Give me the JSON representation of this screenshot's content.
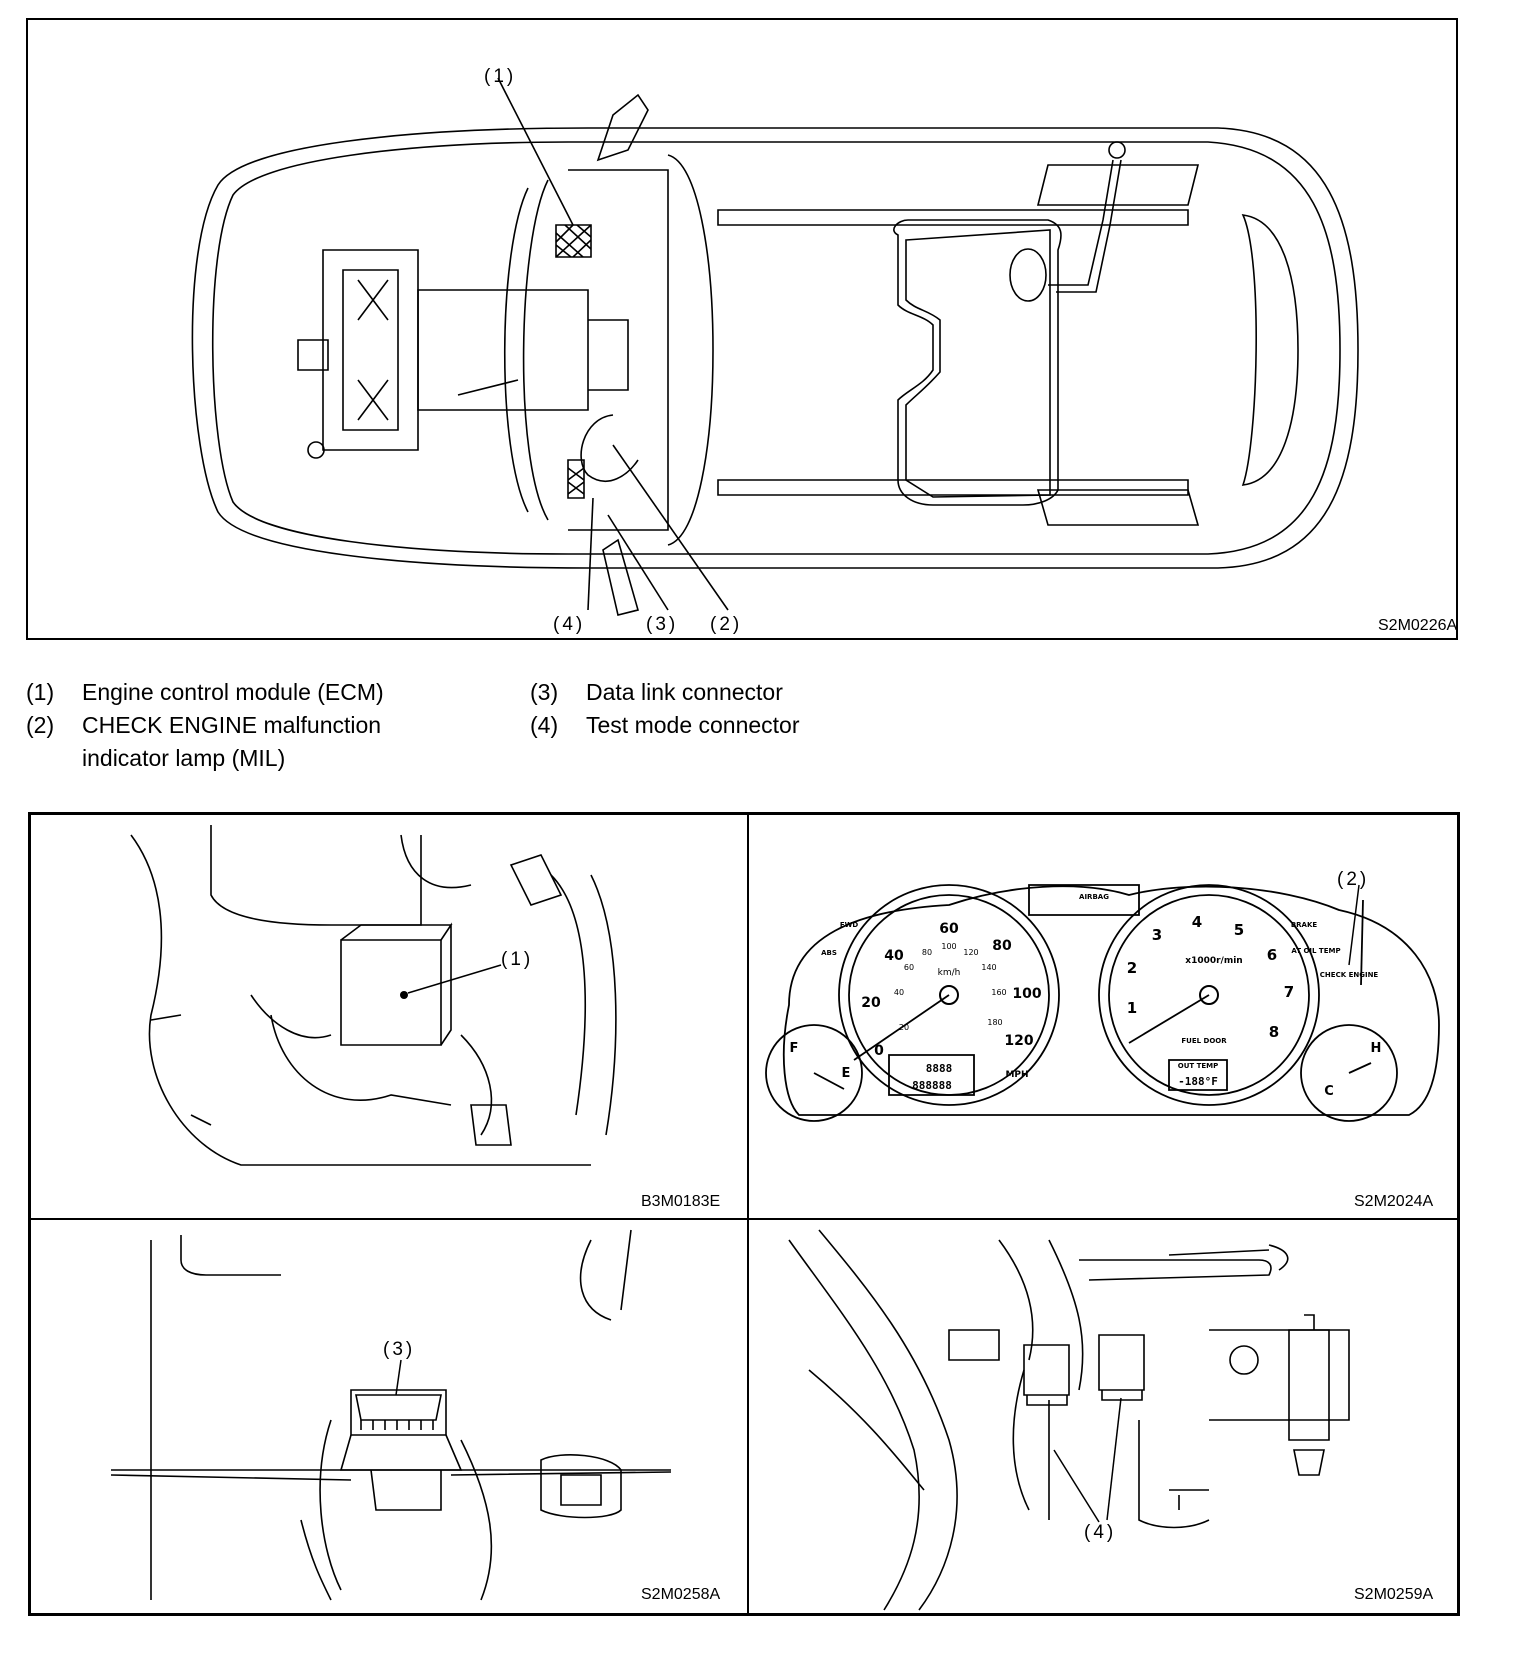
{
  "overview": {
    "code": "S2M0226A",
    "callouts": [
      "(1)",
      "(2)",
      "(3)",
      "(4)"
    ]
  },
  "legend": {
    "items": [
      {
        "num": "(1)",
        "text": "Engine control module (ECM)"
      },
      {
        "num": "(2)",
        "text": "CHECK ENGINE malfunction"
      },
      {
        "num": "",
        "text": "indicator lamp (MIL)"
      },
      {
        "num": "(3)",
        "text": "Data link connector"
      },
      {
        "num": "(4)",
        "text": "Test mode connector"
      }
    ]
  },
  "panels": {
    "ecm": {
      "code": "B3M0183E",
      "callout": "(1)"
    },
    "cluster": {
      "code": "S2M2024A",
      "callout": "(2)",
      "speedo_ticks": [
        "0",
        "20",
        "40",
        "60",
        "80",
        "100",
        "120"
      ],
      "speedo_kmh": [
        "20",
        "40",
        "60",
        "80",
        "100",
        "120",
        "140",
        "160",
        "180"
      ],
      "speedo_unit": "MPH",
      "kmh_label": "km/h",
      "tacho_ticks": [
        "1",
        "2",
        "3",
        "4",
        "5",
        "6",
        "7",
        "8"
      ],
      "tacho_unit": "x1000r/min",
      "fuel_labels": [
        "F",
        "E"
      ],
      "temp_labels": [
        "H",
        "C"
      ],
      "lamps": [
        "ABS",
        "FWD",
        "BRAKE",
        "AT OIL TEMP",
        "CHECK ENGINE",
        "AIRBAG",
        "FUEL DOOR",
        "OUT TEMP"
      ],
      "odo": "888888",
      "trip": "8888",
      "out_temp": "-188°F"
    },
    "dlc": {
      "code": "S2M0258A",
      "callout": "(3)"
    },
    "testmode": {
      "code": "S2M0259A",
      "callout": "(4)"
    }
  },
  "colors": {
    "line": "#000000",
    "paper": "#ffffff"
  }
}
